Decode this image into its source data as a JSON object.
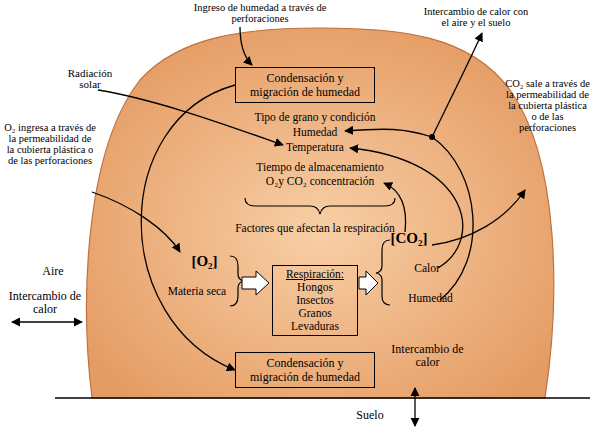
{
  "diagram": {
    "nodes": [
      {
        "text": [
          "Tipo de grano y condición",
          "Humedad",
          "Temperatura",
          "Tiempo de almacenamiento",
          "O₂y CO₂ concentración",
          "Factores que afectan la respiración",
          "[O₂]",
          "Materia seca",
          "[CO₂]",
          "Calor",
          "Humedad"
        ]
      },
      {
        "text": [
          "Condensación y migración de humedad"
        ],
        "in": 0
      },
      {
        "text": [
          "Respiración:",
          "Hongos",
          "Insectos",
          "Granos",
          "Levaduras"
        ],
        "in": 0
      },
      {
        "text": [
          "Condensación y migración de humedad"
        ],
        "in": 0
      }
    ],
    "edges": [
      {
        "from": 1,
        "to": 3,
        "arrow": "to"
      }
    ],
    "labels": [
      "Ingreso de humedad a través de perforaciones",
      "Intercambio de calor con el aire y el suelo",
      "Radiación solar",
      "O₂ ingresa a través de la permeabilidad de la cubierta plástica o de las perforaciones",
      "CO₂ sale a través de la permeabilidad de la cubierta plástica o de las perforaciones",
      "Aire",
      "Intercambio de calor",
      "Intercambio de calor",
      "Suelo"
    ]
  }
}
